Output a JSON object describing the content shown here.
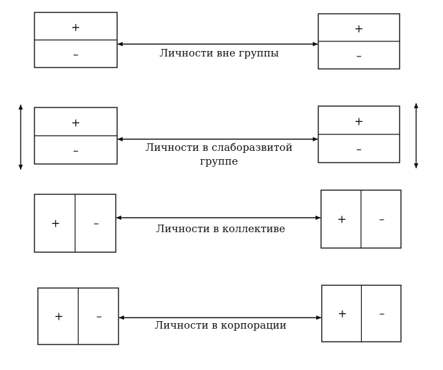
{
  "symbols": {
    "plus": "+",
    "minus": "–"
  },
  "rows": [
    {
      "id": "outside-group",
      "label_lines": [
        "Личности вне группы"
      ],
      "orientation": "horizontal",
      "side_arrows": false
    },
    {
      "id": "weak-group",
      "label_lines": [
        "Личности в слаборазвитой",
        "группе"
      ],
      "orientation": "horizontal",
      "side_arrows": true
    },
    {
      "id": "collective",
      "label_lines": [
        "Личности в коллективе"
      ],
      "orientation": "vertical",
      "side_arrows": false
    },
    {
      "id": "corporation",
      "label_lines": [
        "Личности в корпорации"
      ],
      "orientation": "vertical",
      "side_arrows": false
    }
  ]
}
